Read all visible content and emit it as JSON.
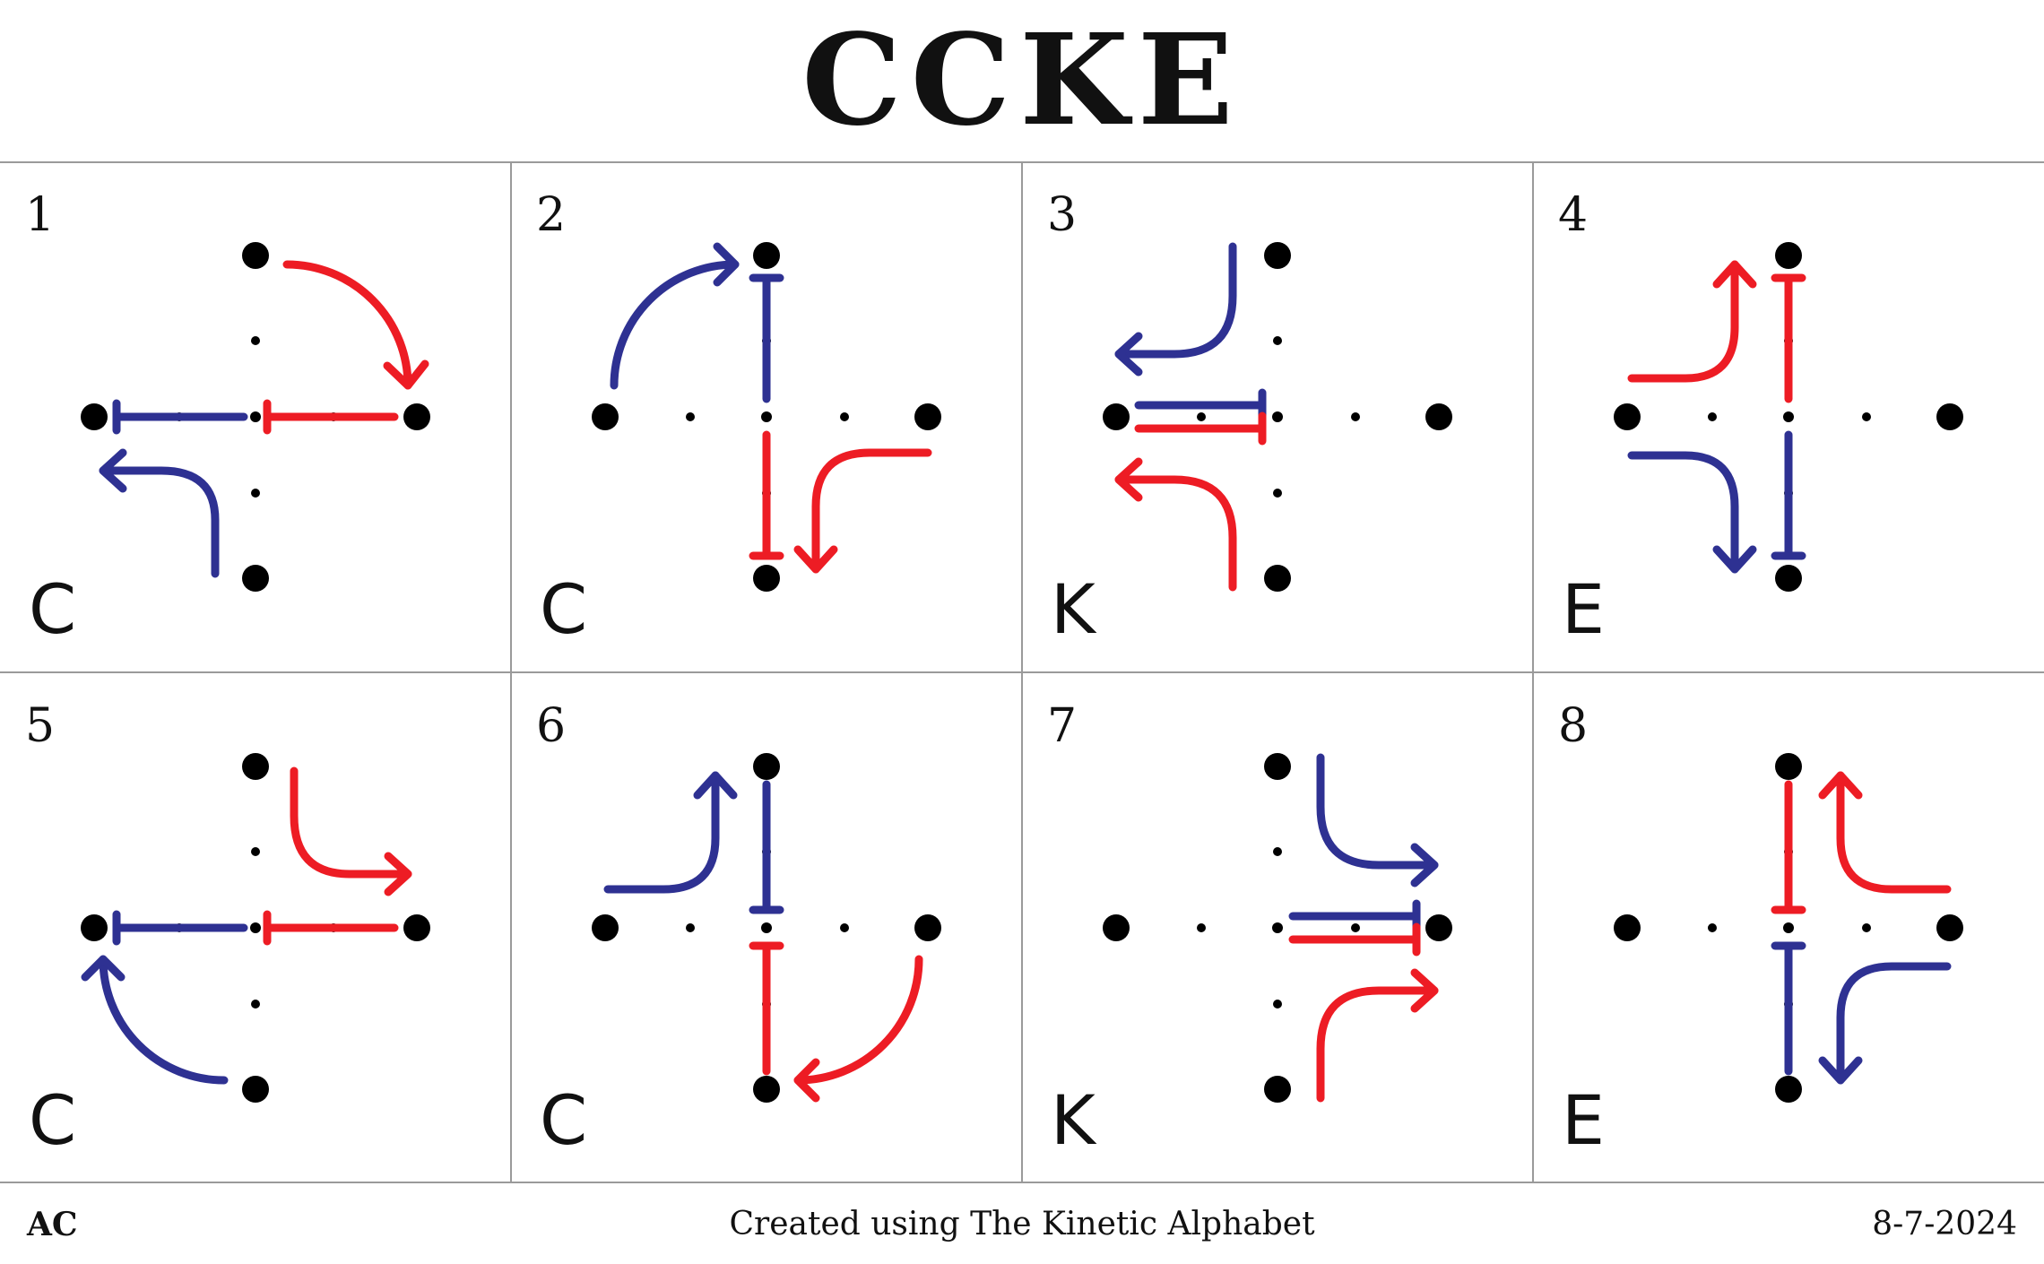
{
  "title": "CCKE",
  "colors": {
    "blue": "#2e3192",
    "red": "#ed1c24",
    "line": "#9a9a9a"
  },
  "panels": [
    {
      "number": "1",
      "letter": "C"
    },
    {
      "number": "2",
      "letter": "C"
    },
    {
      "number": "3",
      "letter": "K"
    },
    {
      "number": "4",
      "letter": "E"
    },
    {
      "number": "5",
      "letter": "C"
    },
    {
      "number": "6",
      "letter": "C"
    },
    {
      "number": "7",
      "letter": "K"
    },
    {
      "number": "8",
      "letter": "E"
    }
  ],
  "footer": {
    "author": "AC",
    "credit": "Created using The Kinetic Alphabet",
    "date": "8-7-2024"
  }
}
